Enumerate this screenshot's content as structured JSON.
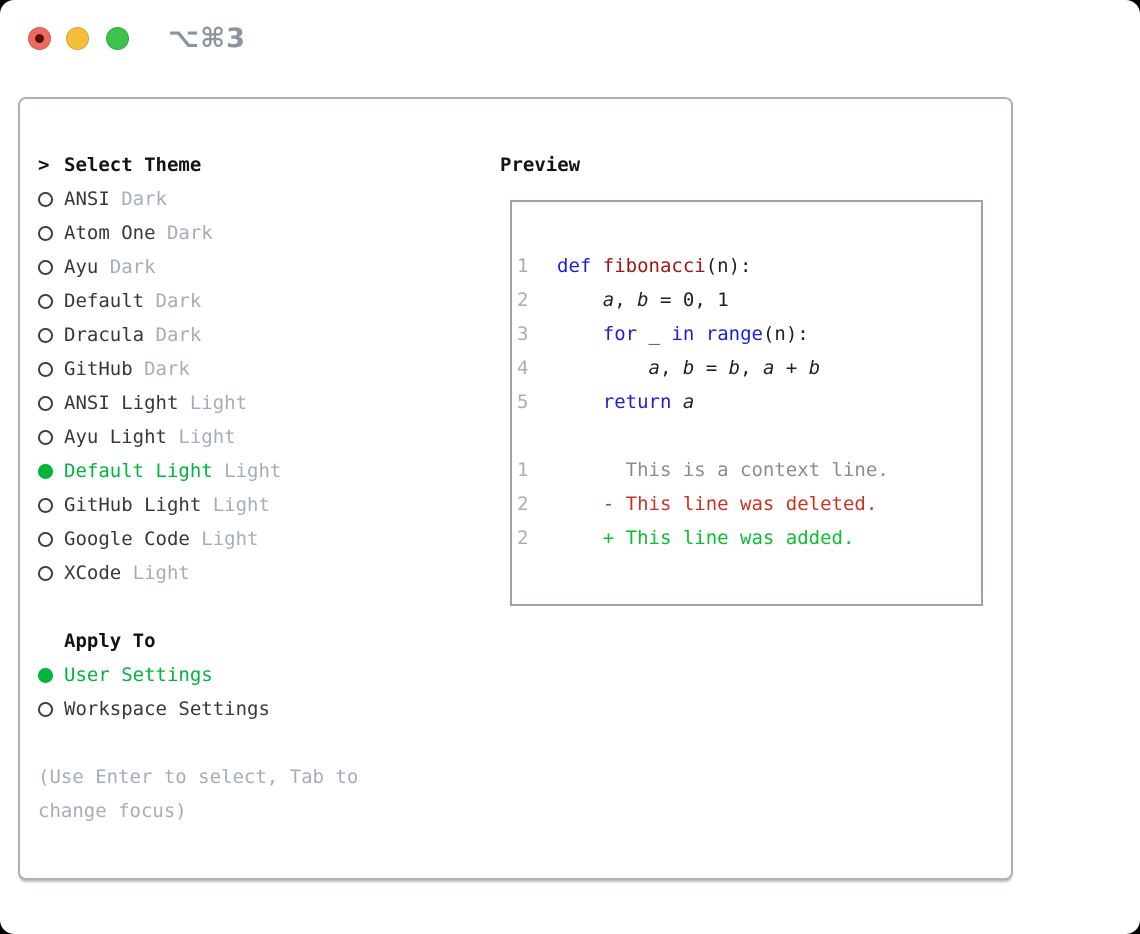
{
  "window": {
    "title": "⌥⌘3",
    "traffic_lights": [
      "close",
      "minimize",
      "zoom"
    ]
  },
  "theme_list": {
    "prompt": ">",
    "header": "Select Theme",
    "items": [
      {
        "name": "ANSI",
        "variant": "Dark",
        "selected": false
      },
      {
        "name": "Atom One",
        "variant": "Dark",
        "selected": false
      },
      {
        "name": "Ayu",
        "variant": "Dark",
        "selected": false
      },
      {
        "name": "Default",
        "variant": "Dark",
        "selected": false
      },
      {
        "name": "Dracula",
        "variant": "Dark",
        "selected": false
      },
      {
        "name": "GitHub",
        "variant": "Dark",
        "selected": false
      },
      {
        "name": "ANSI Light",
        "variant": "Light",
        "selected": false
      },
      {
        "name": "Ayu Light",
        "variant": "Light",
        "selected": false
      },
      {
        "name": "Default Light",
        "variant": "Light",
        "selected": true
      },
      {
        "name": "GitHub Light",
        "variant": "Light",
        "selected": false
      },
      {
        "name": "Google Code",
        "variant": "Light",
        "selected": false
      },
      {
        "name": "XCode",
        "variant": "Light",
        "selected": false
      }
    ]
  },
  "apply_to": {
    "header": "Apply To",
    "options": [
      {
        "label": "User Settings",
        "selected": true
      },
      {
        "label": "Workspace Settings",
        "selected": false
      }
    ]
  },
  "help_lines": [
    "(Use Enter to select, Tab to",
    "change focus)"
  ],
  "preview": {
    "header": "Preview",
    "code_lines": [
      {
        "number": "1",
        "tokens": [
          {
            "text": "def",
            "style": "keyword"
          },
          {
            "text": " ",
            "style": "plain"
          },
          {
            "text": "fibonacci",
            "style": "function"
          },
          {
            "text": "(n):",
            "style": "plain"
          }
        ]
      },
      {
        "number": "2",
        "tokens": [
          {
            "text": "    ",
            "style": "plain"
          },
          {
            "text": "a",
            "style": "variable"
          },
          {
            "text": ", ",
            "style": "plain"
          },
          {
            "text": "b",
            "style": "variable"
          },
          {
            "text": " = 0, 1",
            "style": "plain"
          }
        ]
      },
      {
        "number": "3",
        "tokens": [
          {
            "text": "    ",
            "style": "plain"
          },
          {
            "text": "for",
            "style": "keyword"
          },
          {
            "text": " _ ",
            "style": "plain"
          },
          {
            "text": "in",
            "style": "keyword"
          },
          {
            "text": " ",
            "style": "plain"
          },
          {
            "text": "range",
            "style": "builtin"
          },
          {
            "text": "(n):",
            "style": "plain"
          }
        ]
      },
      {
        "number": "4",
        "tokens": [
          {
            "text": "        ",
            "style": "plain"
          },
          {
            "text": "a",
            "style": "variable"
          },
          {
            "text": ", ",
            "style": "plain"
          },
          {
            "text": "b",
            "style": "variable"
          },
          {
            "text": " = ",
            "style": "plain"
          },
          {
            "text": "b",
            "style": "variable"
          },
          {
            "text": ", ",
            "style": "plain"
          },
          {
            "text": "a",
            "style": "variable"
          },
          {
            "text": " + ",
            "style": "plain"
          },
          {
            "text": "b",
            "style": "variable"
          }
        ]
      },
      {
        "number": "5",
        "tokens": [
          {
            "text": "    ",
            "style": "plain"
          },
          {
            "text": "return",
            "style": "keyword"
          },
          {
            "text": " ",
            "style": "plain"
          },
          {
            "text": "a",
            "style": "variable"
          }
        ]
      }
    ],
    "diff_lines": [
      {
        "number": "1",
        "type": "context",
        "content": "      This is a context line."
      },
      {
        "number": "2",
        "type": "deleted",
        "content": "    - This line was deleted."
      },
      {
        "number": "2",
        "type": "added",
        "content": "    + This line was added."
      }
    ]
  },
  "colors": {
    "accent_green": "#00b43c",
    "keyword_blue": "#1d1de0",
    "function_red": "#a31515",
    "deleted_red": "#c93423",
    "added_green": "#0bbf30",
    "text_dark": "#34383f",
    "heading_dark": "#101317",
    "muted_gray": "#a4adb9",
    "context_gray": "#868d97",
    "lineno_gray": "#a4adb9",
    "panel_border": "#a9b1bc",
    "preview_border": "#9aa2ae",
    "traffic_red": "#ee6a5f",
    "traffic_yellow": "#f6bd3a",
    "traffic_green": "#3fc24c",
    "title_gray": "#8b939c"
  }
}
